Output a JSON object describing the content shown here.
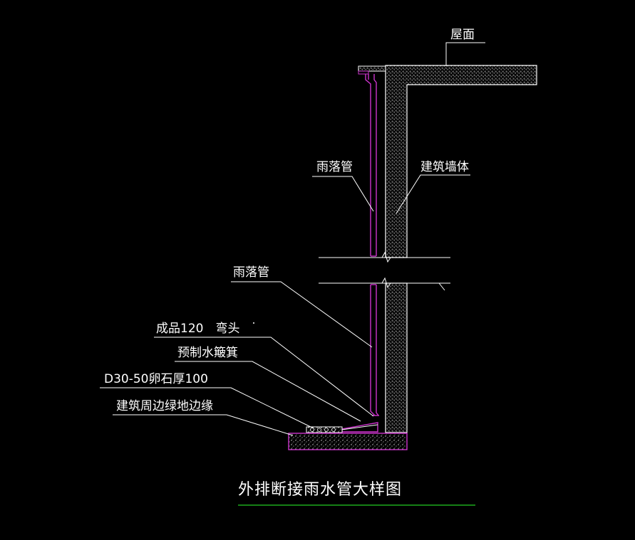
{
  "labels": {
    "roof": "屋面",
    "downpipe_top": "雨落管",
    "building_wall": "建筑墙体",
    "downpipe_bottom": "雨落管",
    "elbow": "成品120　弯头",
    "splash_block": "预制水簸箕",
    "pebbles": "D30-50卵石厚100",
    "greenbelt_edge": "建筑周边绿地边缘"
  },
  "title": "外排断接雨水管大样图",
  "colors": {
    "background": "#000000",
    "text": "#ffffff",
    "pipe": "#cc33cc",
    "hatch": "#ffffff",
    "title_underline": "#22cc22"
  }
}
